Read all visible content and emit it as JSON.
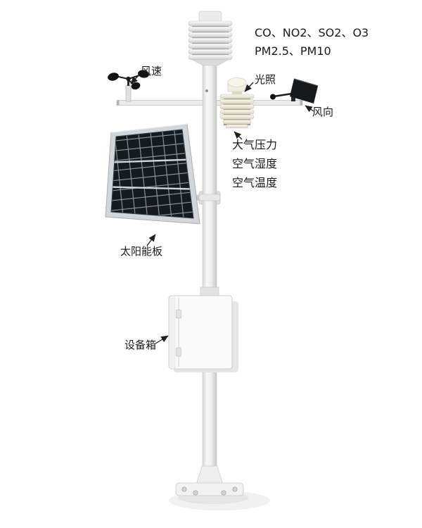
{
  "labels": {
    "gases": {
      "line1": "CO、NO2、SO2、O3",
      "line2": "PM2.5、PM10"
    },
    "wind_speed": "风速",
    "light": "光照",
    "wind_direction": "风向",
    "env": {
      "pressure": "大气压力",
      "humidity": "空气湿度",
      "temperature": "空气温度"
    },
    "solar_panel": "太阳能板",
    "equipment_box": "设备箱"
  },
  "colors": {
    "background": "#ffffff",
    "text": "#1a1a1a",
    "arrow": "#1f1f1f",
    "solar_cell": "#151a1e",
    "pole": "#efefef"
  }
}
